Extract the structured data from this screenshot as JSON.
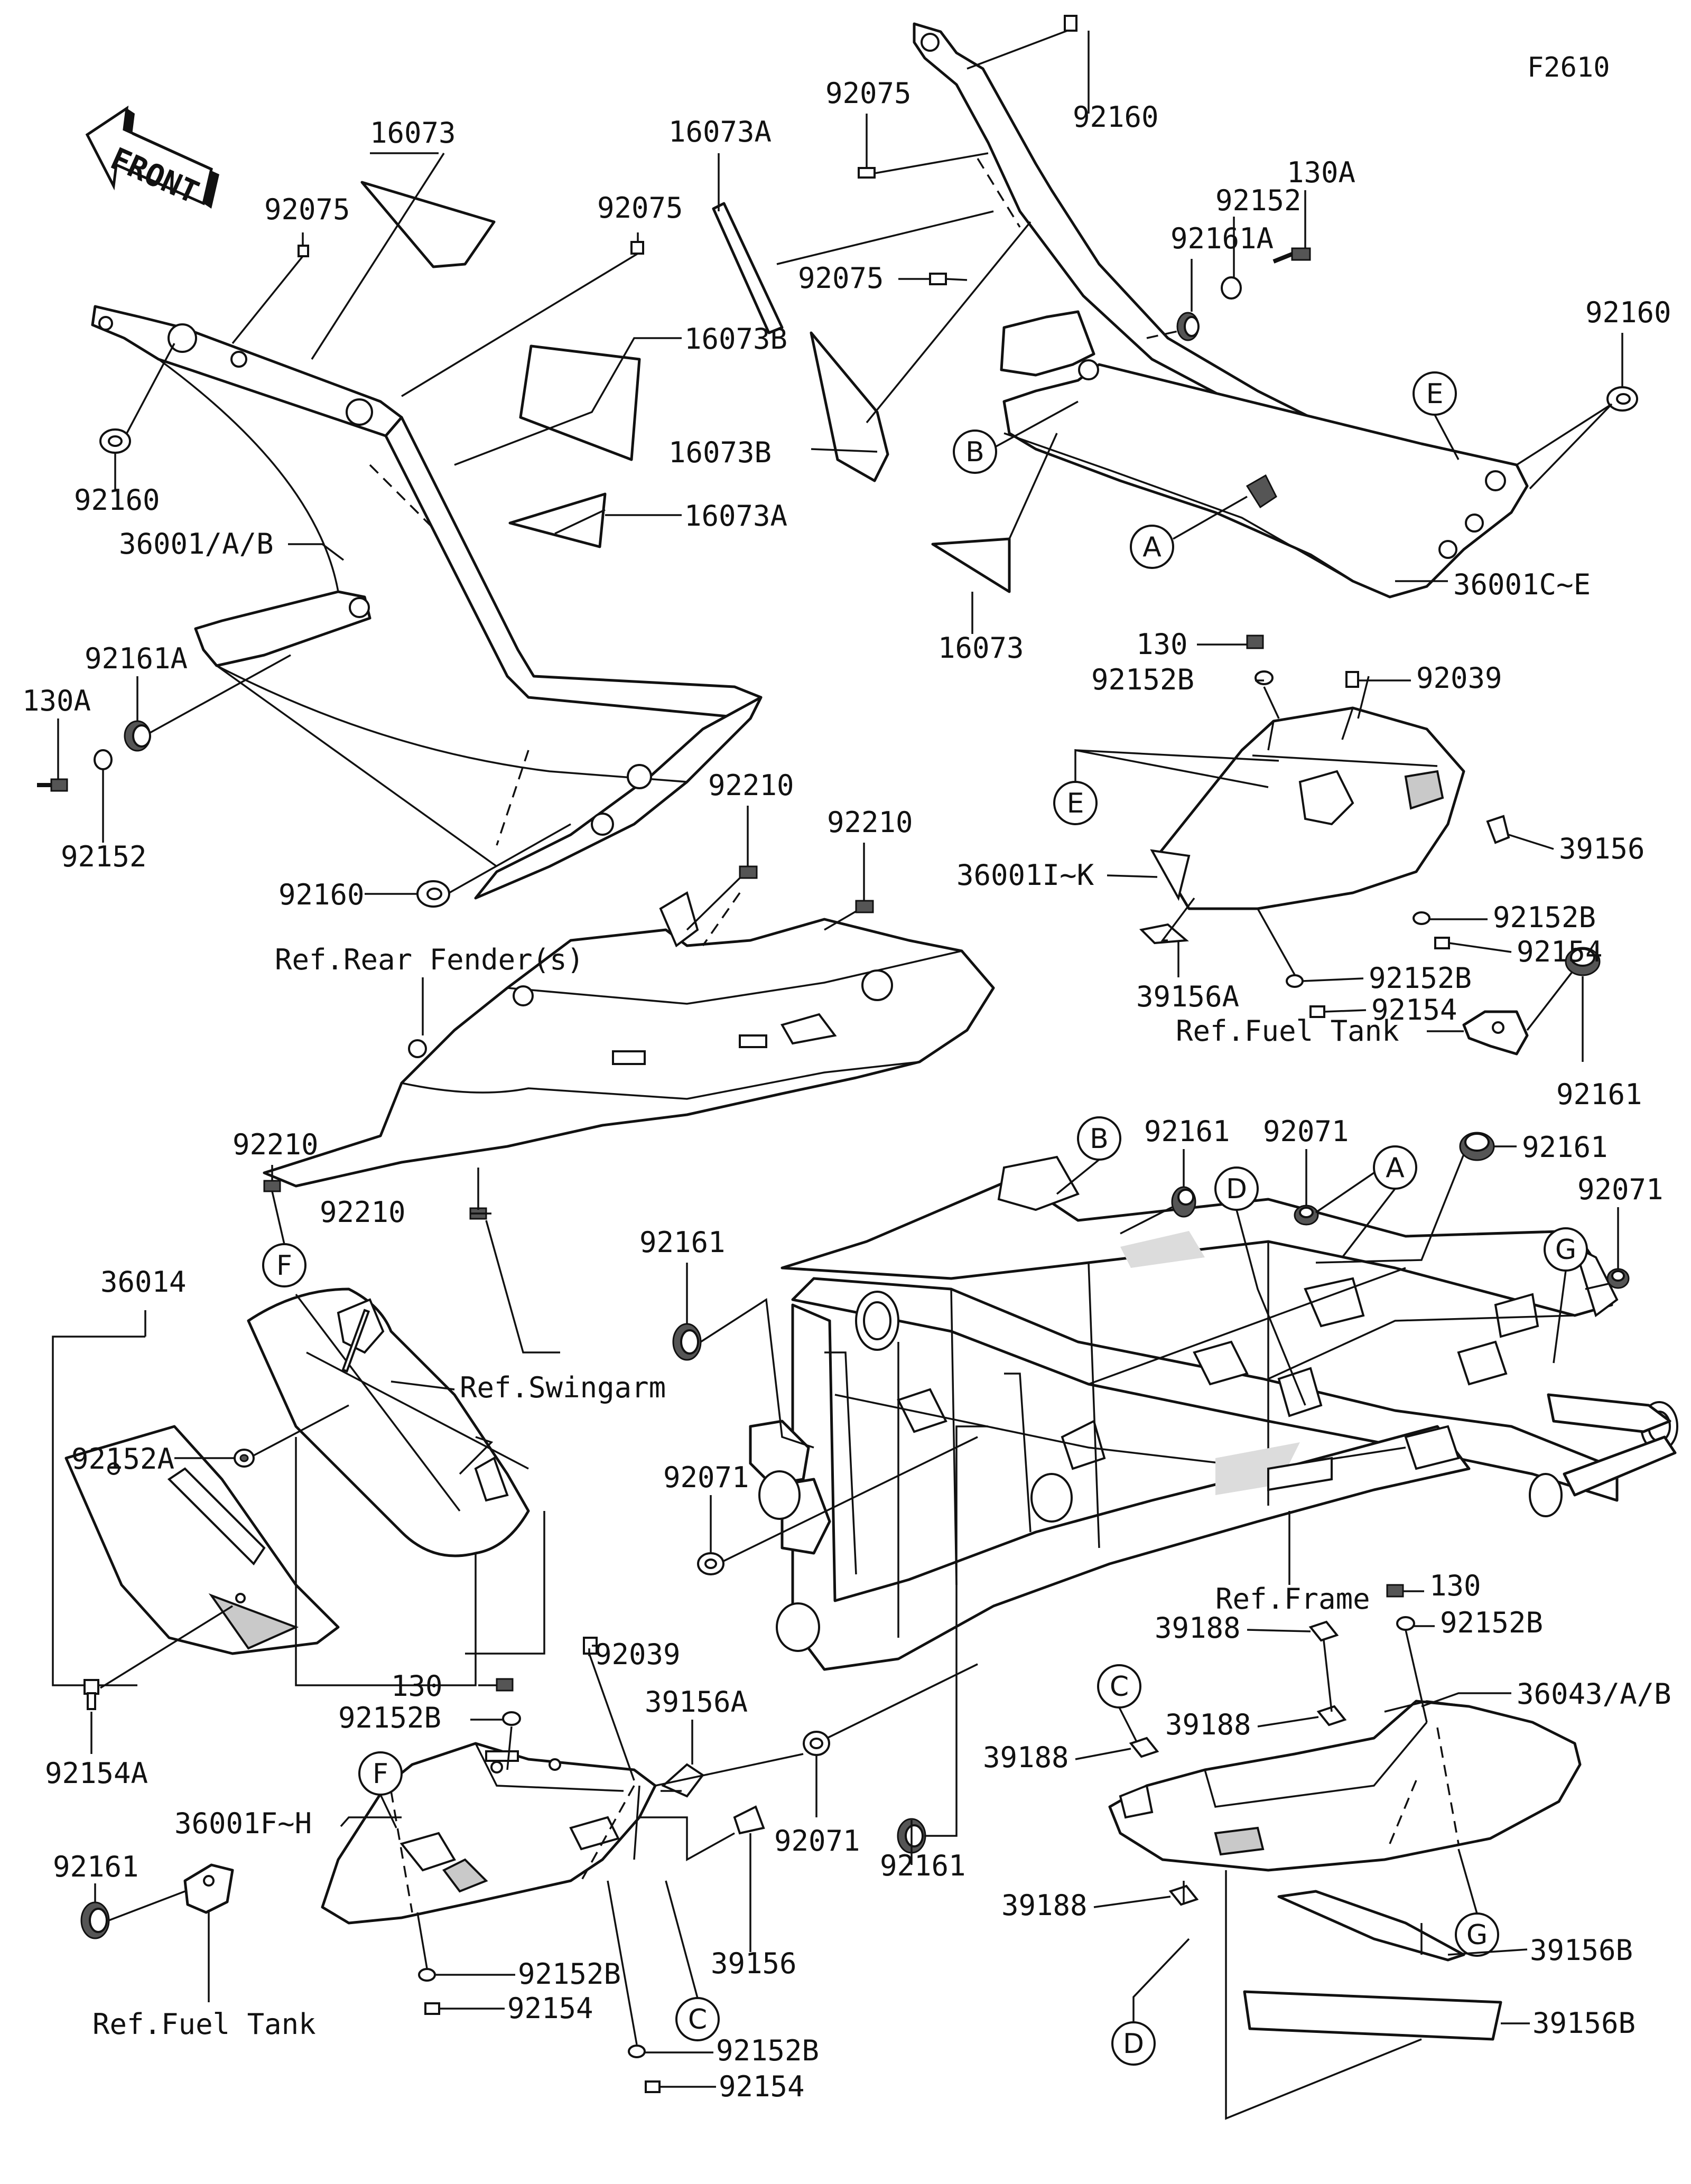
{
  "diagram_code": "F2610",
  "front_label": "FRONT",
  "labels": {
    "p16073_top": "16073",
    "p16073_bottom": "16073",
    "p16073A_top": "16073A",
    "p16073A_mid": "16073A",
    "p16073B_left": "16073B",
    "p16073B_mid": "16073B",
    "p92075_a": "92075",
    "p92075_b": "92075",
    "p92075_c": "92075",
    "p92075_d": "92075",
    "p92160_a": "92160",
    "p92160_b": "92160",
    "p92160_c": "92160",
    "p92160_d": "92160",
    "p36001AB": "36001/A/B",
    "p92161A_left": "92161A",
    "p92161A_right": "92161A",
    "p130A_left": "130A",
    "p130A_right": "130A",
    "p92152_left": "92152",
    "p92152_right": "92152",
    "p36001CE": "36001C~E",
    "p130_top": "130",
    "p92152B_a": "92152B",
    "p92039_top": "92039",
    "p39156_top": "39156",
    "p36001IK": "36001I~K",
    "p92152B_b": "92152B",
    "p92154_a": "92154",
    "p92152B_c": "92152B",
    "p92154_b": "92154",
    "p39156A_top": "39156A",
    "ref_fuel_tank_top": "Ref.Fuel Tank",
    "p92161_rt": "92161",
    "p92210_a": "92210",
    "p92210_b": "92210",
    "p92210_c": "92210",
    "p92210_d": "92210",
    "ref_rear_fender": "Ref.Rear Fender(s)",
    "p36014": "36014",
    "p92152A": "92152A",
    "ref_swingarm": "Ref.Swingarm",
    "p92154A": "92154A",
    "p92161_a": "92161",
    "p92161_b": "92161",
    "p92161_c": "92161",
    "p92161_d": "92161",
    "p92161_e": "92161",
    "p92071_a": "92071",
    "p92071_b": "92071",
    "p92071_c": "92071",
    "p92071_d": "92071",
    "ref_frame": "Ref.Frame",
    "p130_right": "130",
    "p92152B_d": "92152B",
    "p39188_a": "39188",
    "p39188_b": "39188",
    "p39188_c": "39188",
    "p39188_d": "39188",
    "p36043": "36043/A/B",
    "p39156B_a": "39156B",
    "p39156B_b": "39156B",
    "p92039_low": "92039",
    "p130_low": "130",
    "p92152B_e": "92152B",
    "p39156A_low": "39156A",
    "p36001FH": "36001F~H",
    "p39156_low": "39156",
    "p92152B_f": "92152B",
    "p92154_c": "92154",
    "p92152B_g": "92152B",
    "p92154_d": "92154",
    "ref_fuel_tank_low": "Ref.Fuel Tank"
  },
  "callouts": {
    "A1": "A",
    "A2": "A",
    "B1": "B",
    "B2": "B",
    "C1": "C",
    "C2": "C",
    "D1": "D",
    "D2": "D",
    "E1": "E",
    "E2": "E",
    "F1": "F",
    "F2": "F",
    "G1": "G",
    "G2": "G"
  }
}
